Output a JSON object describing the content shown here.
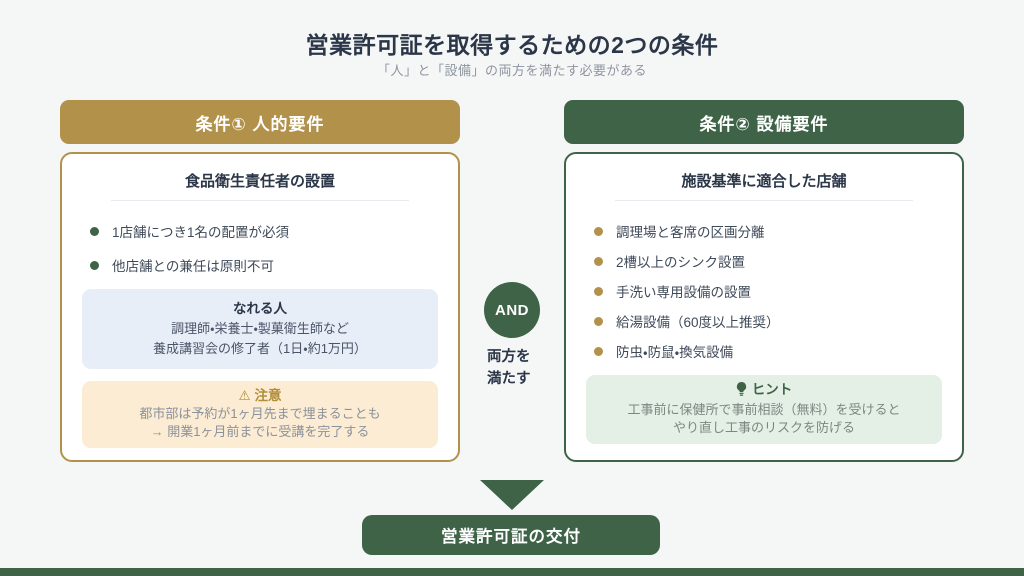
{
  "page": {
    "title": "営業許可証を取得するための2つの条件",
    "subtitle": "「人」と「設備」の両方を満たす必要がある"
  },
  "theme": {
    "gold": "#b2914a",
    "green": "#3e6347",
    "background": "#f5f7f6",
    "ink": "#2b3648",
    "muted": "#8d95a0",
    "info_box_bg": "#e8eef7",
    "warning_box_bg": "#fbecd3",
    "hint_box_bg": "#e4f0e6"
  },
  "left_card": {
    "header": "条件① 人的要件",
    "title": "食品衛生責任者の設置",
    "bullets": [
      "1店舗につき1名の配置が必須",
      "他店舗との兼任は原則不可"
    ],
    "info_box": {
      "title": "なれる人",
      "lines": [
        "調理師・栄養士・製菓衛生師など",
        "養成講習会の修了者（1日・約1万円）"
      ]
    },
    "warning_box": {
      "icon": "warning-triangle",
      "icon_glyph": "⚠",
      "title": "注意",
      "lines": [
        "都市部は予約が1ヶ月先まで埋まることも",
        "→ 開業1ヶ月前までに受講を完了する"
      ]
    }
  },
  "right_card": {
    "header": "条件② 設備要件",
    "title": "施設基準に適合した店舗",
    "bullets": [
      "調理場と客席の区画分離",
      "2槽以上のシンク設置",
      "手洗い専用設備の設置",
      "給湯設備（60度以上推奨）",
      "防虫・防鼠・換気設備"
    ],
    "hint_box": {
      "icon": "lightbulb",
      "title": "ヒント",
      "lines": [
        "工事前に保健所で事前相談（無料）を受けると",
        "やり直し工事のリスクを防げる"
      ]
    }
  },
  "connector": {
    "circle_label": "AND",
    "caption_lines": [
      "両方を",
      "満たす"
    ]
  },
  "result": {
    "label": "営業許可証の交付"
  }
}
